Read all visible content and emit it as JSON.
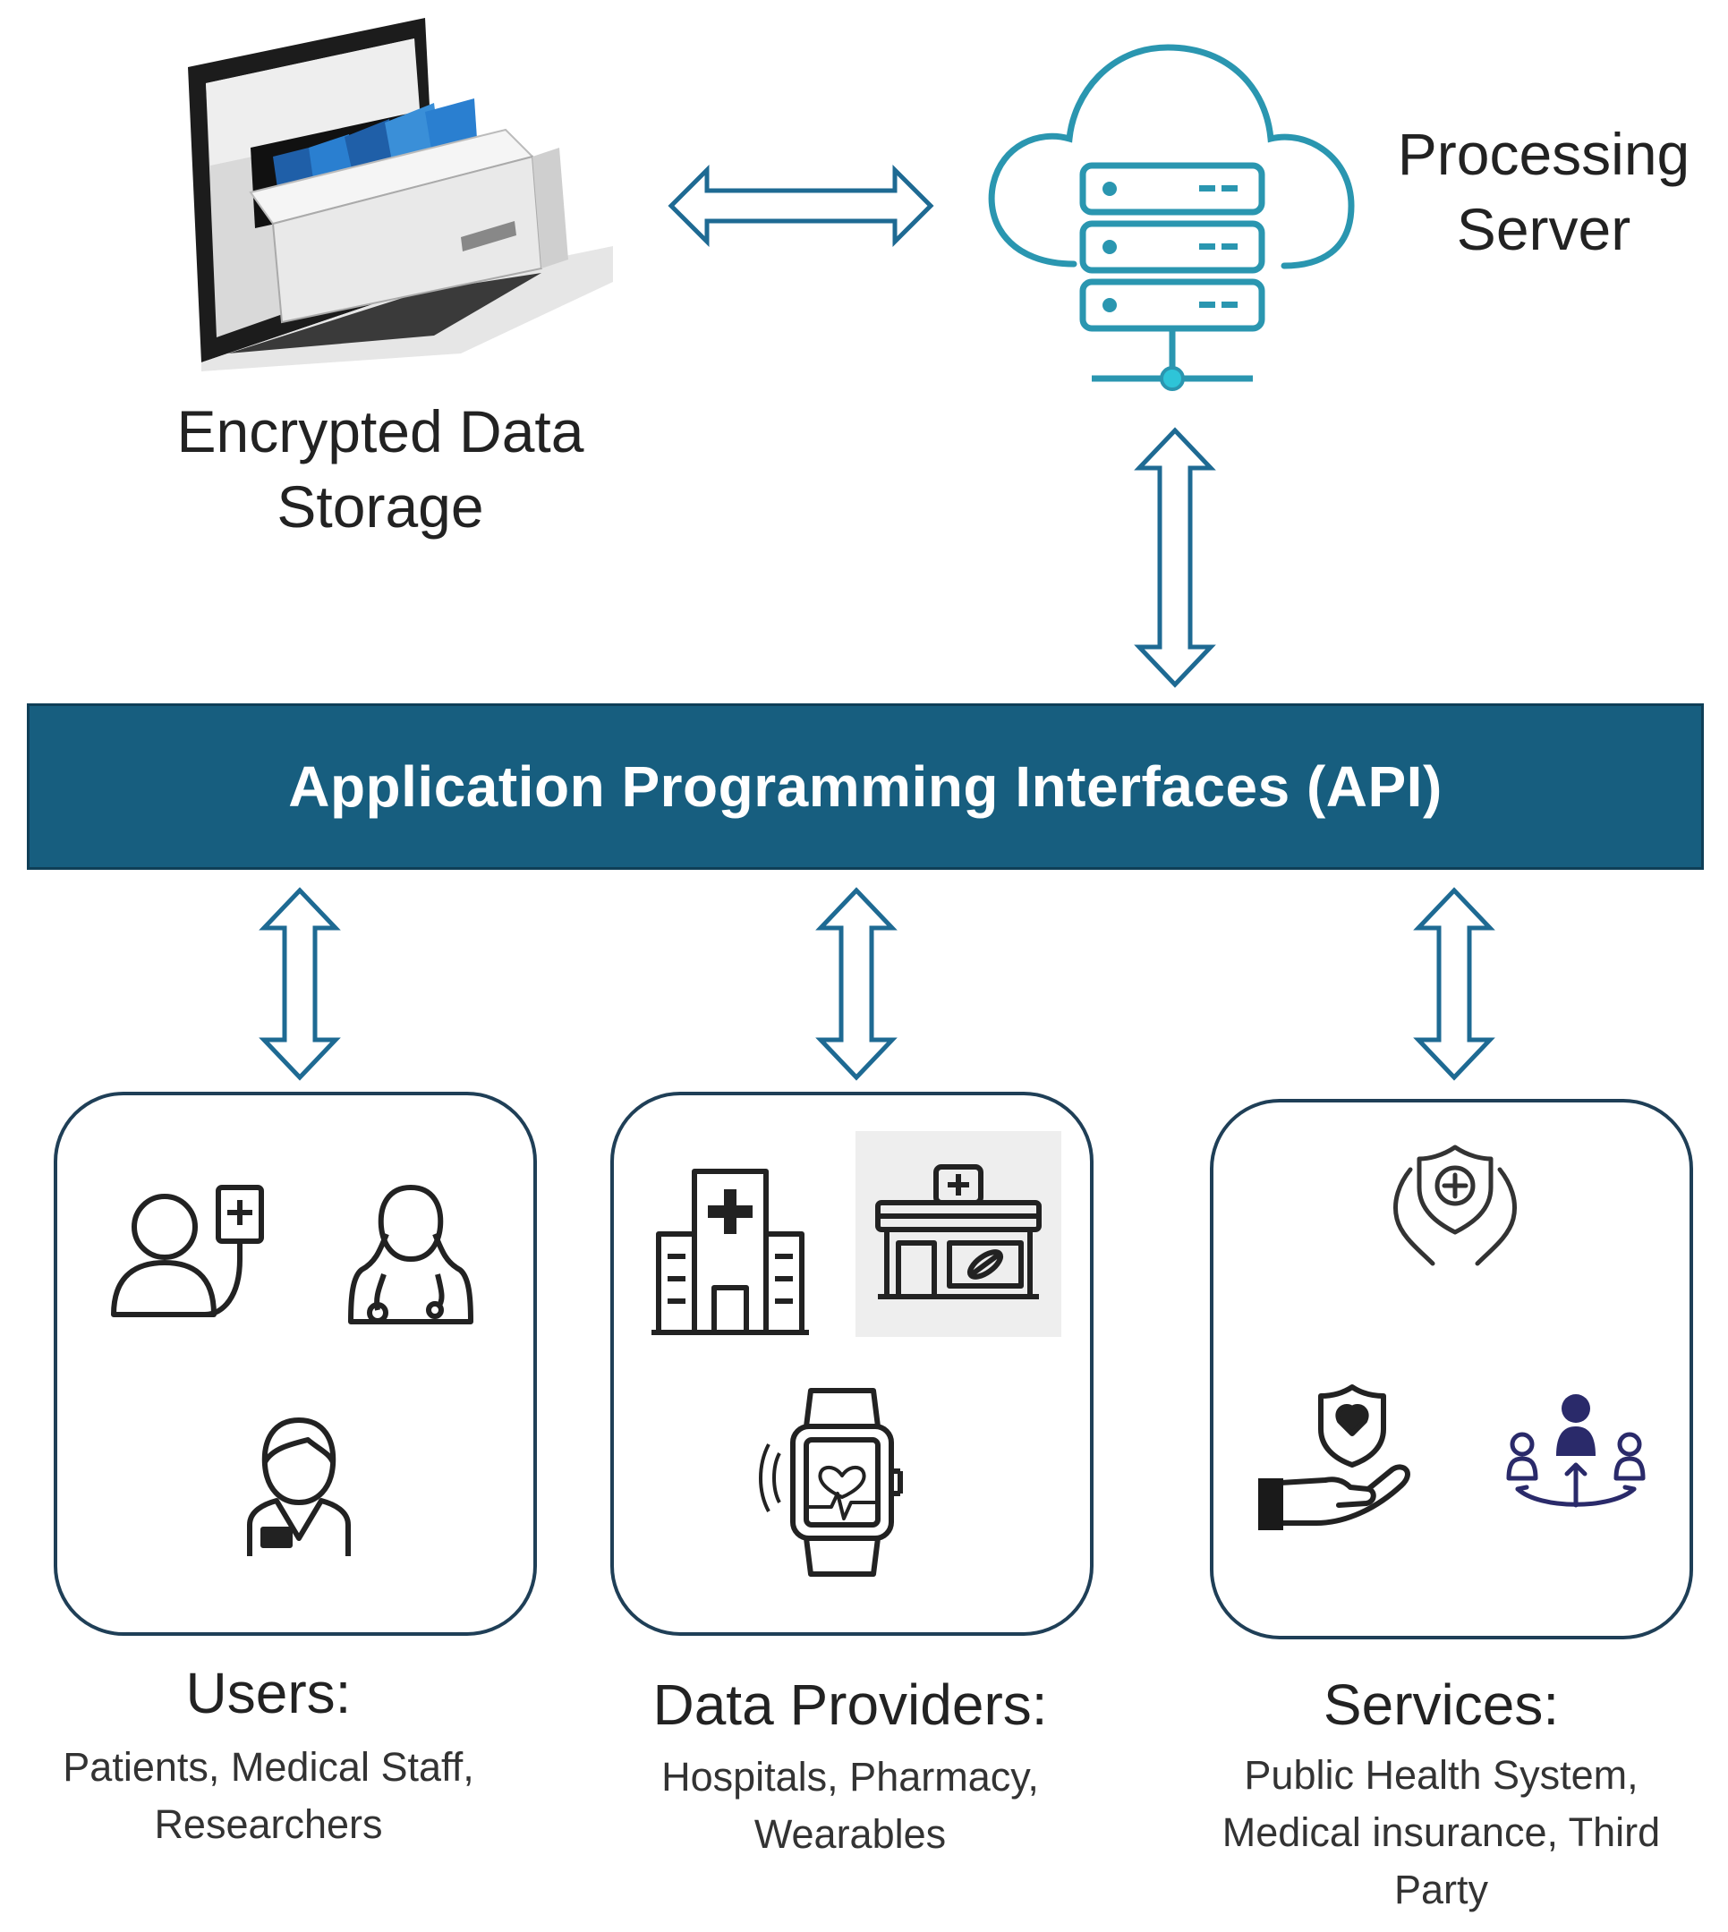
{
  "storage": {
    "label_line1": "Encrypted Data",
    "label_line2": "Storage",
    "icon": "file-cabinet-laptop-icon"
  },
  "server": {
    "label_line1": "Processing",
    "label_line2": "Server",
    "icon": "cloud-server-icon"
  },
  "api": {
    "label": "Application Programming Interfaces (API)"
  },
  "groups": [
    {
      "title": "Users:",
      "sub_line1": "Patients, Medical Staff,",
      "sub_line2": "Researchers",
      "icons": [
        "patient-iv-icon",
        "doctor-stethoscope-icon",
        "researcher-icon"
      ]
    },
    {
      "title": "Data Providers:",
      "sub_line1": "Hospitals, Pharmacy,",
      "sub_line2": "Wearables",
      "icons": [
        "hospital-icon",
        "pharmacy-icon",
        "smartwatch-icon"
      ]
    },
    {
      "title": "Services:",
      "sub_line1": "Public Health System,",
      "sub_line2": "Medical insurance, Third",
      "sub_line3": "Party",
      "icons": [
        "health-care-hands-icon",
        "insurance-hand-icon",
        "third-party-people-icon"
      ]
    }
  ],
  "colors": {
    "api_bar": "#175e7f",
    "arrow": "#1e6a93",
    "cloud": "#2a96b0",
    "panel_border": "#1f3f57"
  }
}
